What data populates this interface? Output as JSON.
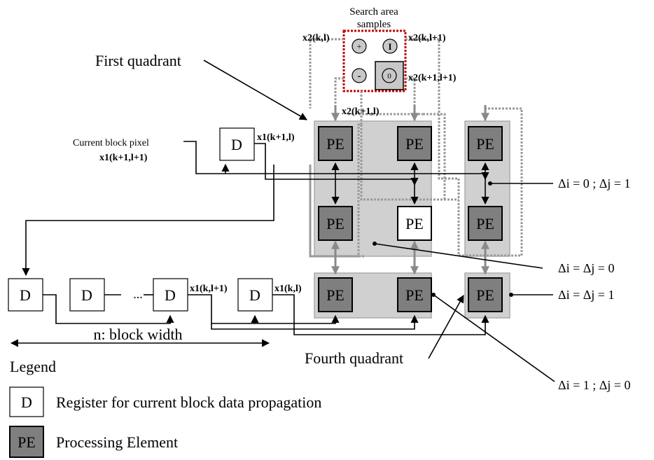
{
  "search_area": {
    "title_line1": "Search area",
    "title_line2": "samples",
    "symbols": [
      "+",
      "I",
      "-",
      "0"
    ]
  },
  "quadrant_labels": {
    "first": "First quadrant",
    "fourth": "Fourth quadrant"
  },
  "signals": {
    "x2_kl": "x2(k,l)",
    "x2_kl1": "x2(k,l+1)",
    "x2_k1l1": "x2(k+1,l+1)",
    "x2_k1l": "x2(k+1,l)",
    "x1_k1l": "x1(k+1,l)",
    "x1_kl1": "x1(k,l+1)",
    "x1_kl": "x1(k,l)",
    "current_pixel_label": "Current block pixel",
    "current_pixel_signal": "x1(k+1,l+1)"
  },
  "registers": {
    "symbol": "D",
    "ellipsis": "...",
    "block_width": "n: block width"
  },
  "pe_label": "PE",
  "deltas": {
    "d0_1": "Δi = 0 ; Δj = 1",
    "d00": "Δi = Δj = 0",
    "d11": "Δi = Δj = 1",
    "d1_0": "Δi = 1 ; Δj = 0"
  },
  "legend": {
    "title": "Legend",
    "register_symbol": "D",
    "register_desc": "Register for current block data propagation",
    "pe_symbol": "PE",
    "pe_desc": "Processing Element"
  },
  "colors": {
    "pe_fill": "#7f7f7f",
    "group_fill": "#d0d0d0",
    "search_area_border": "#c00000"
  }
}
